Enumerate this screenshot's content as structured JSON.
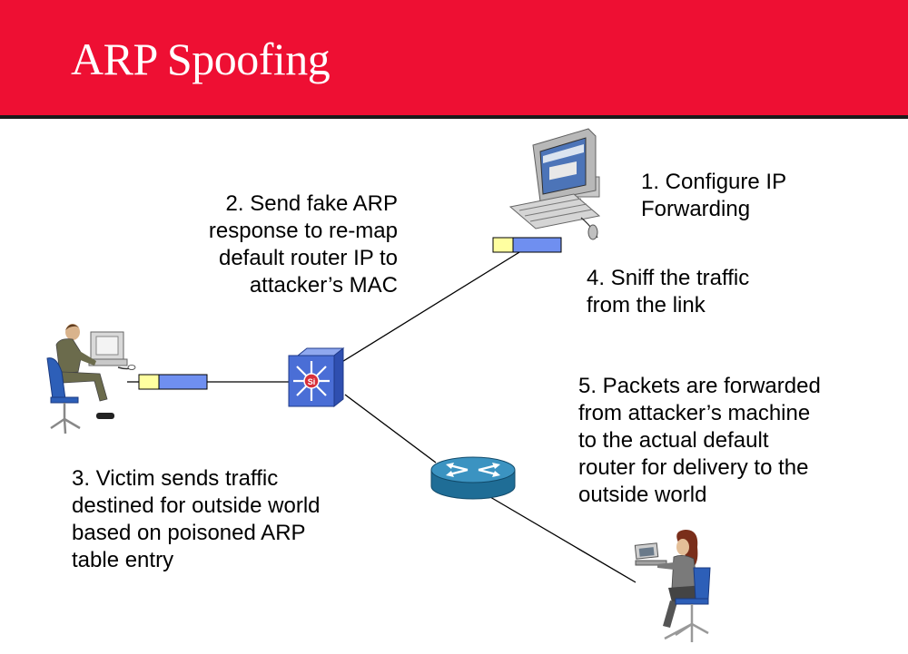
{
  "slide": {
    "title": "ARP Spoofing"
  },
  "steps": {
    "step1": "1. Configure IP\nForwarding",
    "step2": "2. Send fake ARP\nresponse to re-map\ndefault router IP to\nattacker’s MAC",
    "step3": "3. Victim sends traffic\ndestined for outside world\nbased on poisoned ARP\ntable entry",
    "step4": "4. Sniff the traffic\nfrom the link",
    "step5": "5. Packets are forwarded\nfrom attacker’s machine\nto the actual default\nrouter for delivery to the\noutside world"
  },
  "colors": {
    "header": "#ee0f33",
    "packet_header": "#ffffa0",
    "packet_payload": "#6f8ff0",
    "switch": "#4a6ed6",
    "router": "#2e7fa8"
  },
  "icons": [
    "victim-workstation-icon",
    "attacker-computer-icon",
    "layer3-switch-icon",
    "router-icon",
    "remote-user-icon"
  ]
}
